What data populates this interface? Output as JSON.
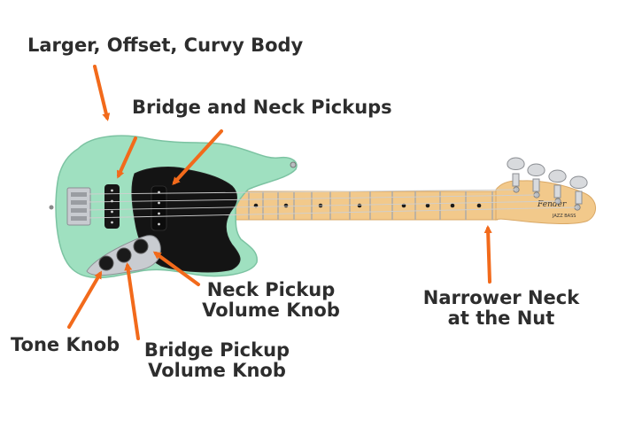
{
  "colors": {
    "label_text": "#2d2d2d",
    "arrow": "#f26a1b",
    "body": "#9fe0c0",
    "pickguard": "#141414",
    "neck": "#f2c98b",
    "control_plate": "#c9ccd1"
  },
  "labels": {
    "body": "Larger, Offset, Curvy Body",
    "pickups": "Bridge and Neck Pickups",
    "neck_pickup_knob": [
      "Neck Pickup",
      "Volume Knob"
    ],
    "neck_nut": [
      "Narrower Neck",
      "at the Nut"
    ],
    "tone_knob": "Tone Knob",
    "bridge_pickup_knob": [
      "Bridge Pickup",
      "Volume Knob"
    ]
  },
  "headstock_logo": {
    "brand": "Fender",
    "model": "JAZZ BASS"
  }
}
